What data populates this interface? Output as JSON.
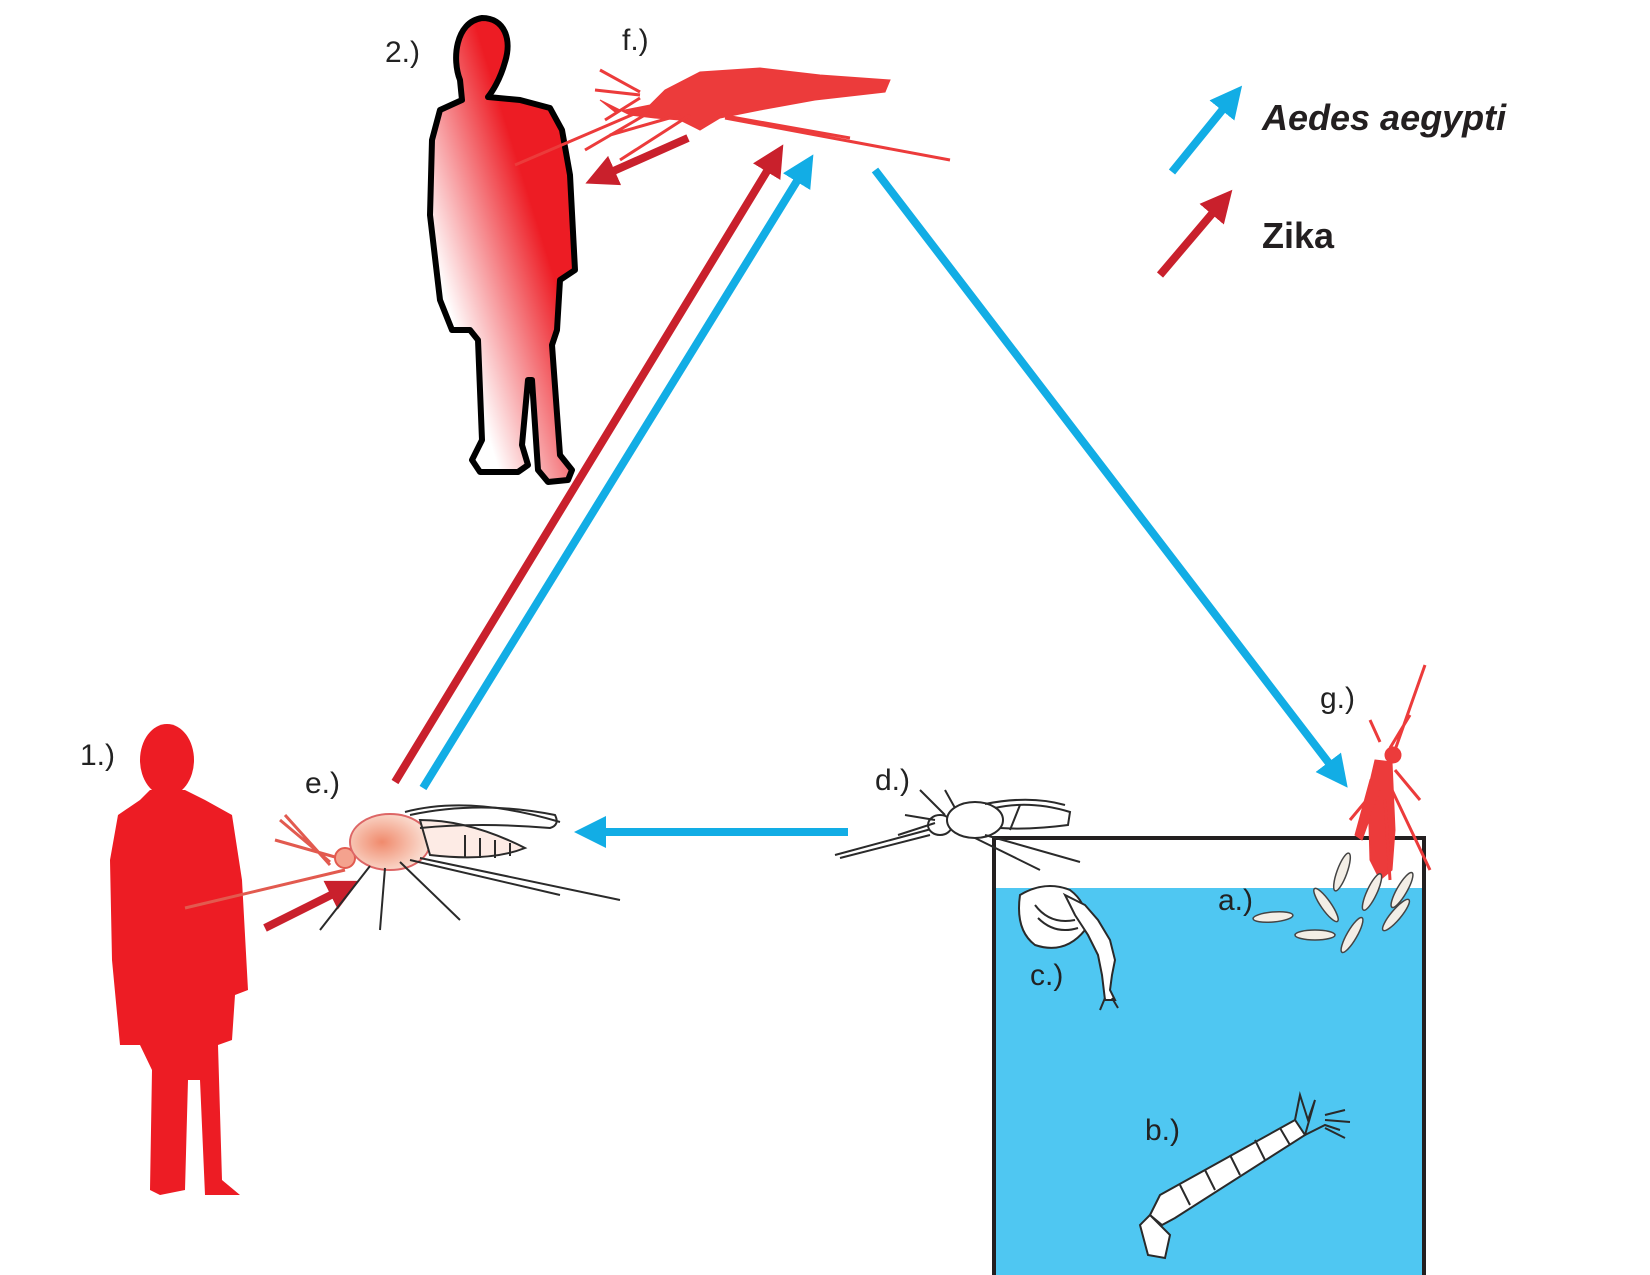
{
  "colors": {
    "aedes_arrow": "#12ade5",
    "zika_arrow": "#c9202c",
    "infected": "#ed1c24",
    "water": "#4fc7f2",
    "outline": "#231f20"
  },
  "legend": {
    "aedes_label": "Aedes aegypti",
    "zika_label": "Zika"
  },
  "labels": {
    "person_1": "1.)",
    "person_2": "2.)",
    "eggs": "a.)",
    "larva": "b.)",
    "pupa": "c.)",
    "adult_emerging": "d.)",
    "mosquito_feeding_infected": "e.)",
    "mosquito_feeding_healthy": "f.)",
    "mosquito_ovipositing": "g.)"
  }
}
